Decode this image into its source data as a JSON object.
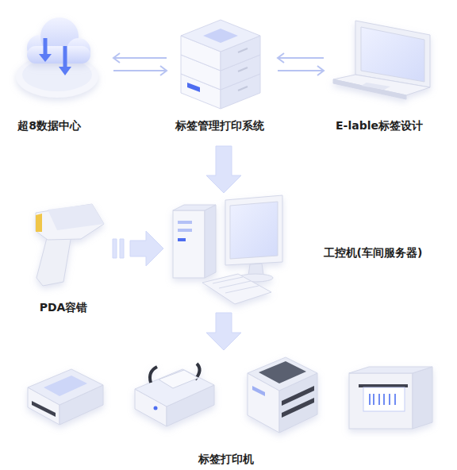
{
  "diagram": {
    "nodes": [
      {
        "text": [
          "超8数据中心"
        ]
      },
      {
        "text": [
          "标签管理打印系统"
        ]
      },
      {
        "text": [
          "E-lable标签设计"
        ]
      },
      {
        "text": [
          "PDA容错"
        ]
      },
      {
        "text": [
          "工控机(车间服务器)"
        ]
      },
      {
        "text": [
          "标签打印机"
        ]
      }
    ],
    "edges": [
      {
        "from": 0,
        "to": 1,
        "arrow": "both"
      },
      {
        "from": 1,
        "to": 2,
        "arrow": "both"
      },
      {
        "from": 1,
        "to": 4,
        "arrow": "to"
      },
      {
        "from": 3,
        "to": 4,
        "arrow": "to"
      },
      {
        "from": 4,
        "to": 5,
        "arrow": "to"
      }
    ]
  }
}
